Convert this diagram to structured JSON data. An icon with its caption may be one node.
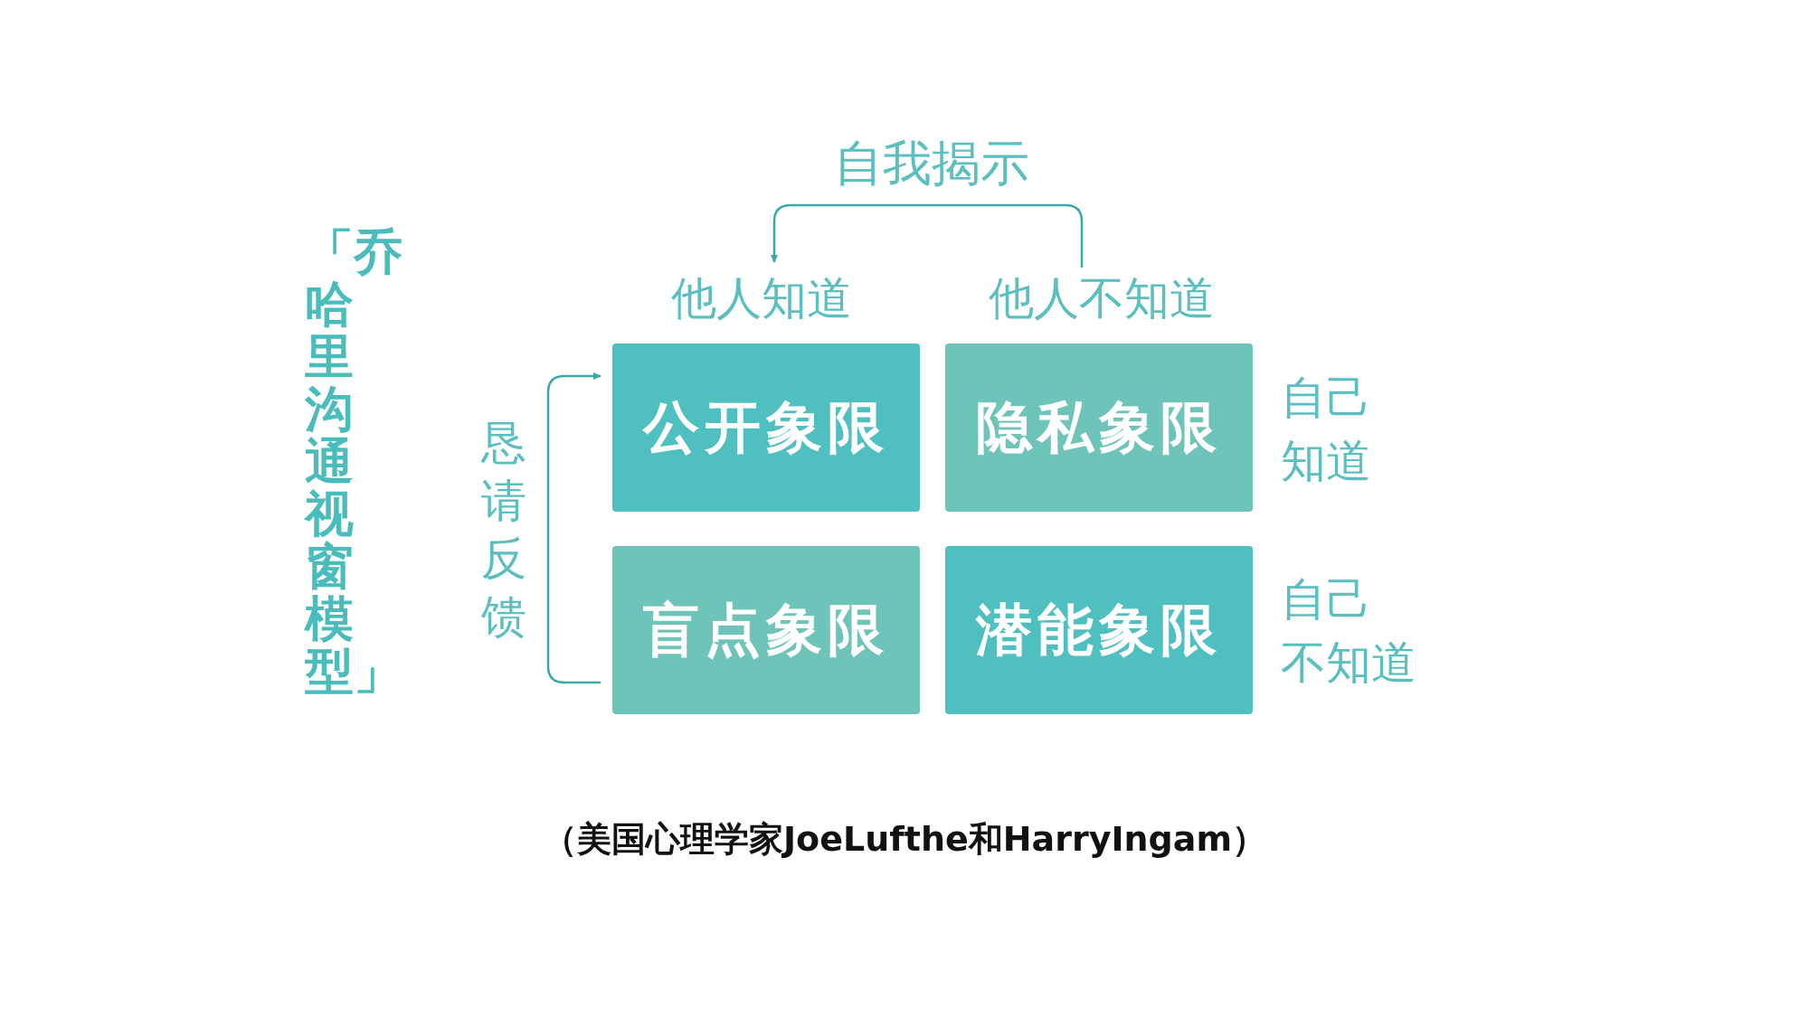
{
  "diagram": {
    "title": "「乔哈里沟通视窗模型」",
    "caption": "（美国心理学家JoeLufthe和HarryIngam）",
    "nodes": [
      {
        "text": [
          "他人知道"
        ]
      },
      {
        "text": [
          "他人不知道"
        ]
      },
      {
        "text": [
          "公开象限"
        ]
      },
      {
        "text": [
          "隐私象限"
        ]
      },
      {
        "text": [
          "自己知道"
        ]
      },
      {
        "text": [
          "盲点象限"
        ]
      },
      {
        "text": [
          "潜能象限"
        ]
      },
      {
        "text": [
          "自己不知道"
        ]
      }
    ],
    "edges": [
      {
        "from": 1,
        "to": 0,
        "arrow": "to",
        "label": "自我揭示"
      },
      {
        "from": 5,
        "to": 2,
        "arrow": "to",
        "label": "恳请反馈"
      }
    ]
  }
}
